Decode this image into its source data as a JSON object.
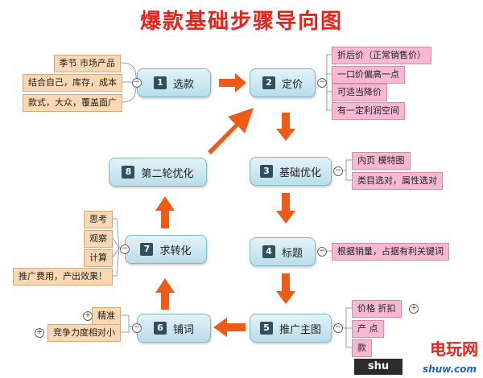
{
  "title": "爆款基础步骤导向图",
  "steps": [
    {
      "num": "1",
      "label": "选款"
    },
    {
      "num": "2",
      "label": "定价"
    },
    {
      "num": "3",
      "label": "基础优化"
    },
    {
      "num": "4",
      "label": "标题"
    },
    {
      "num": "5",
      "label": "推广主图"
    },
    {
      "num": "6",
      "label": "铺词"
    },
    {
      "num": "7",
      "label": "求转化"
    },
    {
      "num": "8",
      "label": "第二轮优化"
    }
  ],
  "step1_notes": [
    "季节 市场产品",
    "结合自己，库存，成本",
    "款式，大众，覆盖面广"
  ],
  "step2_notes": [
    "折后价（正常销售价）",
    "一口价偏高一点",
    "可适当降价",
    "有一定利润空间"
  ],
  "step3_notes": [
    "内页 模特图",
    "类目选对，属性选对"
  ],
  "step4_notes": [
    "根据销量，占据有利关键词"
  ],
  "step5_notes": [
    "价格 折扣",
    "产    点",
    "款"
  ],
  "step6_notes": [
    "精准",
    "竞争力度相对小"
  ],
  "step7_notes": [
    "思考",
    "观察",
    "计算",
    "推广费用，产出效果！"
  ],
  "watermark": {
    "cn": "电玩网",
    "dark": "shu",
    "url": "shuw.com"
  },
  "colors": {
    "title": "#e8221a",
    "arrow": "#ee5a17",
    "pink_leaf": "#f6b9d1",
    "peach_leaf": "#fbd7b2",
    "step_fill": "#c9e6f0"
  }
}
